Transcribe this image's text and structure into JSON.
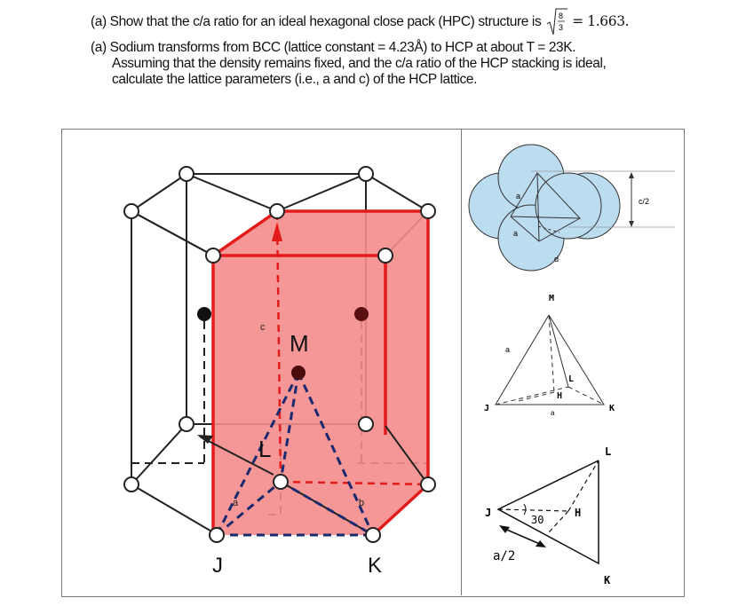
{
  "questions": {
    "q1_text": "(a) Show that the c/a ratio for an ideal hexagonal close pack (HPC) structure is",
    "q1_sqrt_num": "8",
    "q1_sqrt_den": "3",
    "q1_value": "= 1.663.",
    "q2_line1": "(a) Sodium transforms from BCC (lattice constant = 4.23Å) to HCP at about T = 23K.",
    "q2_line2": "Assuming that the density remains fixed, and the c/a ratio of the HCP stacking is ideal,",
    "q2_line3": "calculate the lattice parameters (i.e., a and c) of the HCP lattice."
  },
  "figure_left": {
    "label_c": "c",
    "label_M": "M",
    "label_L": "L",
    "label_b": "b",
    "label_a": "a",
    "label_J": "J",
    "label_K": "K",
    "colors": {
      "red": "#e31b1b",
      "fill": "#f48c8c",
      "blue": "#1a2a6e"
    }
  },
  "figure_top_right": {
    "label_a1": "a",
    "label_a2": "a",
    "label_d": "d",
    "label_c2": "c/2",
    "colors": {
      "sphere": "#bcdcf0"
    }
  },
  "figure_tetra": {
    "label_M": "M",
    "label_a_side": "a",
    "label_L": "L",
    "label_H": "H",
    "label_J": "J",
    "label_K": "K",
    "label_a_bottom": "a"
  },
  "figure_triangle": {
    "label_L": "L",
    "label_J": "J",
    "label_H": "H",
    "label_30": "30",
    "label_a2": "a/2",
    "label_K": "K"
  }
}
